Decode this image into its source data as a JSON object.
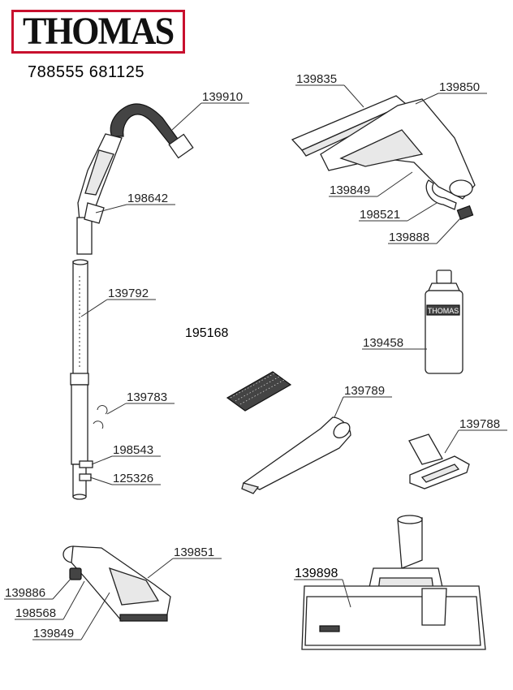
{
  "brand": "THOMAS",
  "model_numbers": "788555 681125",
  "parts": {
    "p139910": "139910",
    "p198642": "198642",
    "p139792": "139792",
    "p139783": "139783",
    "p198543": "198543",
    "p125326": "125326",
    "p139835": "139835",
    "p139850": "139850",
    "p139849a": "139849",
    "p198521": "198521",
    "p139888": "139888",
    "p195168": "195168",
    "p139458": "139458",
    "p139789": "139789",
    "p139788": "139788",
    "p139851": "139851",
    "p139886": "139886",
    "p198568": "198568",
    "p139849b": "139849",
    "p139898": "139898"
  },
  "bottle_label": "THOMAS",
  "colors": {
    "logo_border": "#c8102e"
  }
}
